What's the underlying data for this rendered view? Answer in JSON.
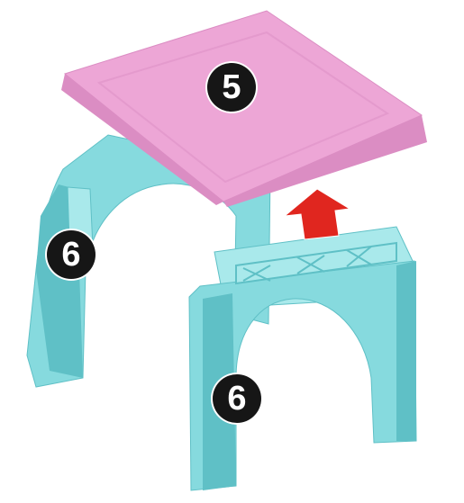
{
  "title": "",
  "colors": {
    "seat_top": "#EDA6D6",
    "seat_edge": "#DB8DC3",
    "leg": "#86DADE",
    "leg_shadow": "#5FC0C6",
    "leg_light": "#A9E9EB",
    "arrow": "#E0261F"
  },
  "parts": {
    "seat": {
      "label": "5"
    },
    "leg_back": {
      "label": "6"
    },
    "leg_front": {
      "label": "6"
    }
  },
  "arrow": {
    "direction": "up",
    "meaning": "insert"
  }
}
